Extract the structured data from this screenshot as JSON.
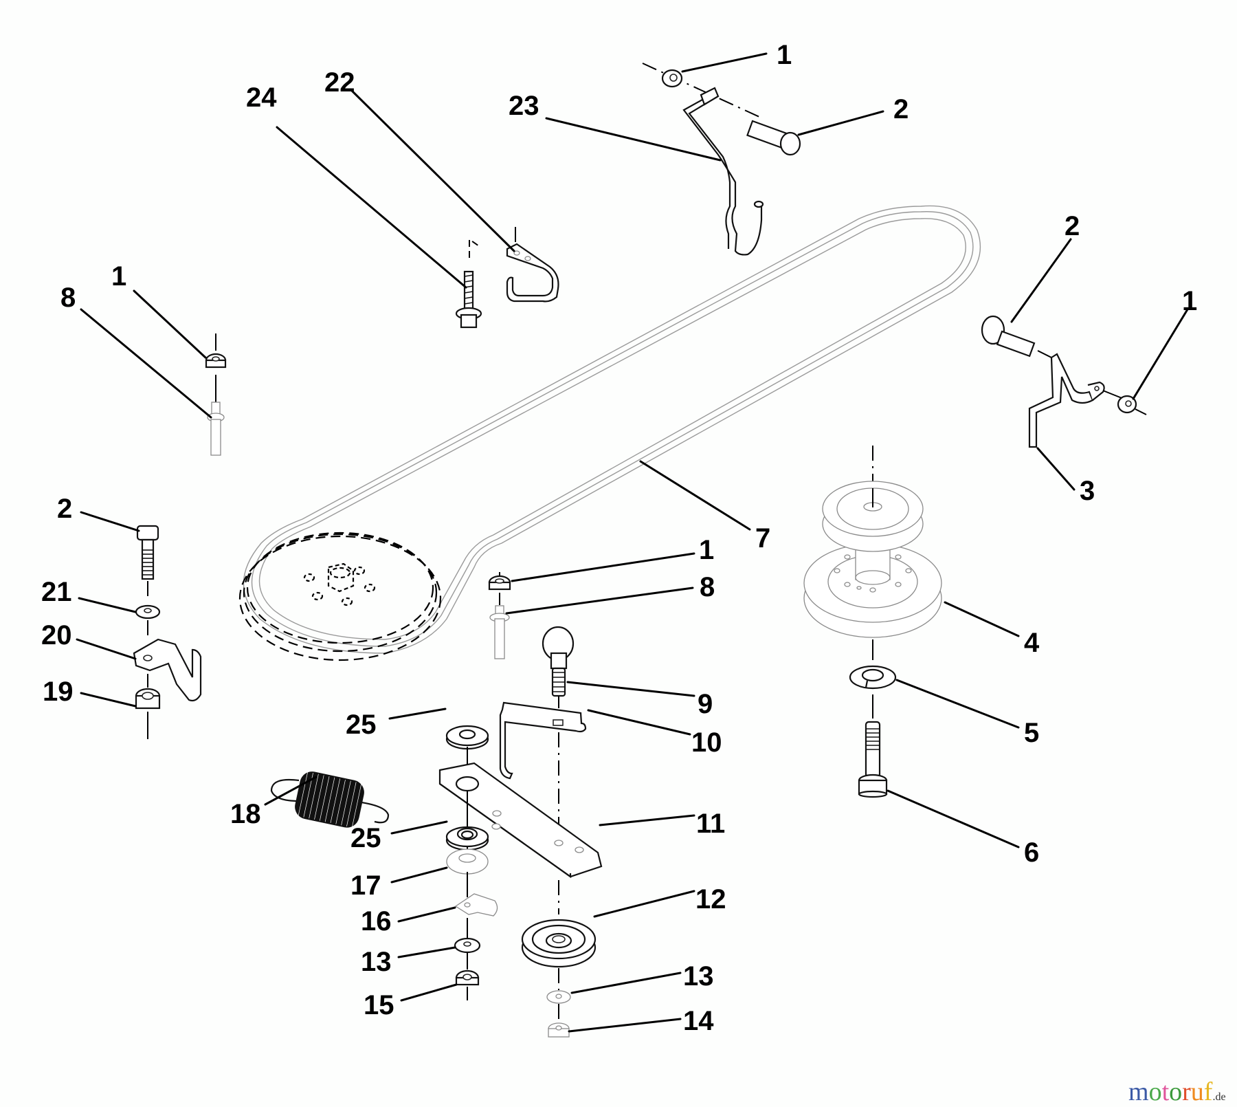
{
  "diagram": {
    "title": "Drive belt and idler assembly exploded parts diagram",
    "callouts": [
      {
        "id": "c-1-top",
        "number": "1",
        "part": "hex nut"
      },
      {
        "id": "c-2-top",
        "number": "2",
        "part": "hex bolt"
      },
      {
        "id": "c-23",
        "number": "23",
        "part": "belt guide (wire hook)"
      },
      {
        "id": "c-24",
        "number": "24",
        "part": "self-tapping screw"
      },
      {
        "id": "c-22",
        "number": "22",
        "part": "belt keeper bracket"
      },
      {
        "id": "c-1-left",
        "number": "1",
        "part": "hex nut"
      },
      {
        "id": "c-8-left",
        "number": "8",
        "part": "stud / shoulder bolt"
      },
      {
        "id": "c-2-right",
        "number": "2",
        "part": "hex bolt"
      },
      {
        "id": "c-1-right",
        "number": "1",
        "part": "hex nut"
      },
      {
        "id": "c-3",
        "number": "3",
        "part": "belt guide (wire)"
      },
      {
        "id": "c-7",
        "number": "7",
        "part": "V-belt"
      },
      {
        "id": "c-4",
        "number": "4",
        "part": "double pulley"
      },
      {
        "id": "c-1-center",
        "number": "1",
        "part": "hex nut"
      },
      {
        "id": "c-8-center",
        "number": "8",
        "part": "stud / shoulder bolt"
      },
      {
        "id": "c-2-left",
        "number": "2",
        "part": "hex bolt"
      },
      {
        "id": "c-21",
        "number": "21",
        "part": "flat washer"
      },
      {
        "id": "c-20",
        "number": "20",
        "part": "belt guide bracket"
      },
      {
        "id": "c-19",
        "number": "19",
        "part": "lock nut"
      },
      {
        "id": "c-9",
        "number": "9",
        "part": "carriage bolt"
      },
      {
        "id": "c-10",
        "number": "10",
        "part": "belt guide bracket"
      },
      {
        "id": "c-25-upper",
        "number": "25",
        "part": "flange bushing"
      },
      {
        "id": "c-5",
        "number": "5",
        "part": "lock washer"
      },
      {
        "id": "c-18",
        "number": "18",
        "part": "extension spring"
      },
      {
        "id": "c-11",
        "number": "11",
        "part": "idler arm"
      },
      {
        "id": "c-6",
        "number": "6",
        "part": "hex bolt"
      },
      {
        "id": "c-25-lower",
        "number": "25",
        "part": "flange bushing"
      },
      {
        "id": "c-17",
        "number": "17",
        "part": "washer"
      },
      {
        "id": "c-12",
        "number": "12",
        "part": "idler pulley"
      },
      {
        "id": "c-16",
        "number": "16",
        "part": "spring clip"
      },
      {
        "id": "c-13-left",
        "number": "13",
        "part": "flat washer"
      },
      {
        "id": "c-13-right",
        "number": "13",
        "part": "flat washer"
      },
      {
        "id": "c-15",
        "number": "15",
        "part": "hex nut"
      },
      {
        "id": "c-14",
        "number": "14",
        "part": "lock nut"
      }
    ]
  },
  "watermark": {
    "letters": [
      {
        "ch": "m",
        "color": "#3b5aa6"
      },
      {
        "ch": "o",
        "color": "#4aa94a"
      },
      {
        "ch": "t",
        "color": "#e0559c"
      },
      {
        "ch": "o",
        "color": "#3c9a3c"
      },
      {
        "ch": "r",
        "color": "#e04e2a"
      },
      {
        "ch": "u",
        "color": "#ef8a1e"
      },
      {
        "ch": "f",
        "color": "#e6b722"
      }
    ],
    "suffix": ".de"
  }
}
